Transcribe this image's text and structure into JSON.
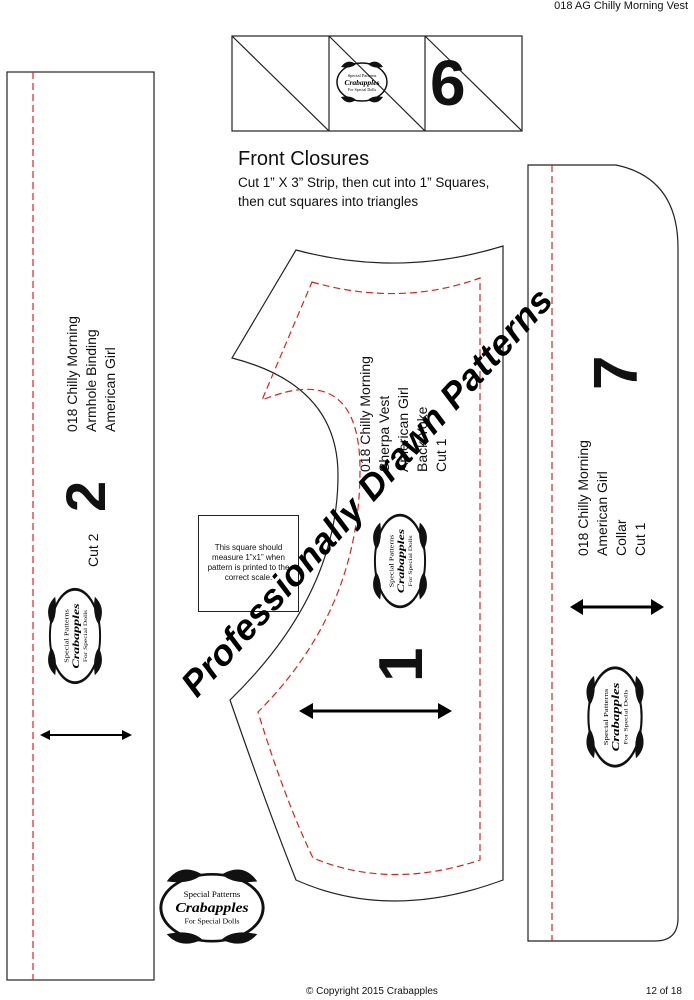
{
  "header": {
    "title": "018 AG Chilly Morning Vest"
  },
  "footer": {
    "copyright": "© Copyright 2015 Crabapples",
    "page": "12 of 18"
  },
  "piece2": {
    "line1": "018 Chilly Morning",
    "line2": "Armhole Binding",
    "line3": "American Girl",
    "number": "2",
    "cut": "Cut 2"
  },
  "piece6": {
    "number": "6"
  },
  "front_closures": {
    "title": "Front Closures",
    "line1": "Cut 1” X 3” Strip, then cut into 1” Squares,",
    "line2": "then cut squares into triangles"
  },
  "piece1": {
    "line1": "018 Chilly Morning",
    "line2": "Sherpa Vest",
    "line3": "American Girl",
    "line4": "Back Yoke",
    "line5": "Cut 1",
    "number": "1"
  },
  "piece7": {
    "line1": "018  Chilly Morning",
    "line2": "American Girl",
    "line3": "Collar",
    "line4": "Cut 1",
    "number": "7"
  },
  "scale_square": {
    "text": "This square should measure 1”x1” when pattern is printed to the correct scale."
  },
  "watermark": {
    "text": "Professionally Drawn Patterns"
  },
  "logo": {
    "line1": "Special Patterns",
    "brand": "Crabapples",
    "line2": "For Special Dolls"
  }
}
